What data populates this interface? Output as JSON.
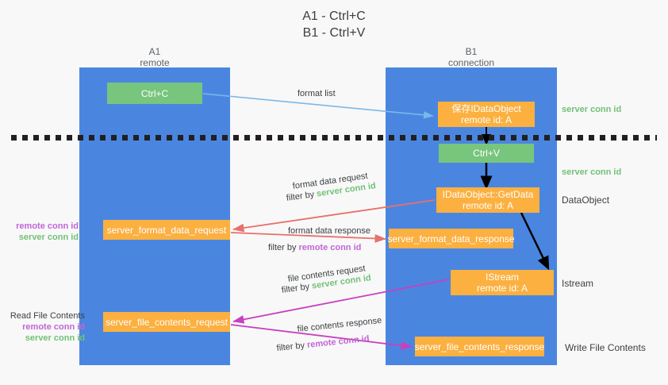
{
  "title": {
    "line1": "A1 - Ctrl+C",
    "line2": "B1 - Ctrl+V"
  },
  "lanes": {
    "a1": {
      "name": "A1",
      "role": "remote"
    },
    "b1": {
      "name": "B1",
      "role": "connection"
    }
  },
  "boxes": {
    "ctrl_c": {
      "label": "Ctrl+C",
      "color": "#78c57d"
    },
    "idataobject": {
      "line1": "保存IDataObject",
      "line2": "remote id: A",
      "color": "#fbb040"
    },
    "ctrl_v": {
      "label": "Ctrl+V",
      "color": "#78c57d"
    },
    "getdata": {
      "line1": "IDataObject::GetData",
      "line2": "remote id: A",
      "color": "#fbb040"
    },
    "server_format_data_request": {
      "label": "server_format_data_request",
      "color": "#fbb040"
    },
    "server_format_data_response": {
      "label": "server_format_data_response",
      "color": "#fbb040"
    },
    "istream": {
      "line1": "IStream",
      "line2": "remote id: A",
      "color": "#fbb040"
    },
    "server_file_contents_request": {
      "label": "server_file_contents_request",
      "color": "#fbb040"
    },
    "server_file_contents_response": {
      "label": "server_file_contents_response",
      "color": "#fbb040"
    }
  },
  "edge_labels": {
    "format_list": "format list",
    "format_data_request": "format data request",
    "format_data_request_filter_prefix": "filter by ",
    "format_data_request_filter_value": "server conn id",
    "format_data_response": "format data response",
    "format_data_response_filter_prefix": "filter by ",
    "format_data_response_filter_value": "remote conn id",
    "file_contents_request": "file contents request",
    "file_contents_request_filter_prefix": "filter by ",
    "file_contents_request_filter_value": "server conn id",
    "file_contents_response": "file contents response",
    "file_contents_response_filter_prefix": "filter by ",
    "file_contents_response_filter_value": "remote conn id"
  },
  "annotations": {
    "right_server_conn_id_top": "server conn id",
    "right_server_conn_id_mid": "server conn id",
    "right_dataobject": "DataObject",
    "right_istream": "Istream",
    "right_write_file_contents": "Write File Contents",
    "left_remote_conn_id_1": "remote conn id",
    "left_server_conn_id_1": "server conn id",
    "left_read_file_contents": "Read File Contents",
    "left_remote_conn_id_2": "remote conn id",
    "left_server_conn_id_2": "server conn id"
  },
  "colors": {
    "lane": "#4a86e0",
    "green": "#78c57d",
    "orange": "#fbb040",
    "arrow_blue": "#7bb8e8",
    "arrow_red": "#e8706a",
    "arrow_purple": "#c93fbf",
    "arrow_black": "#000000",
    "text_green": "#71c177",
    "text_purple": "#c265d6",
    "background": "#f8f8f8"
  }
}
